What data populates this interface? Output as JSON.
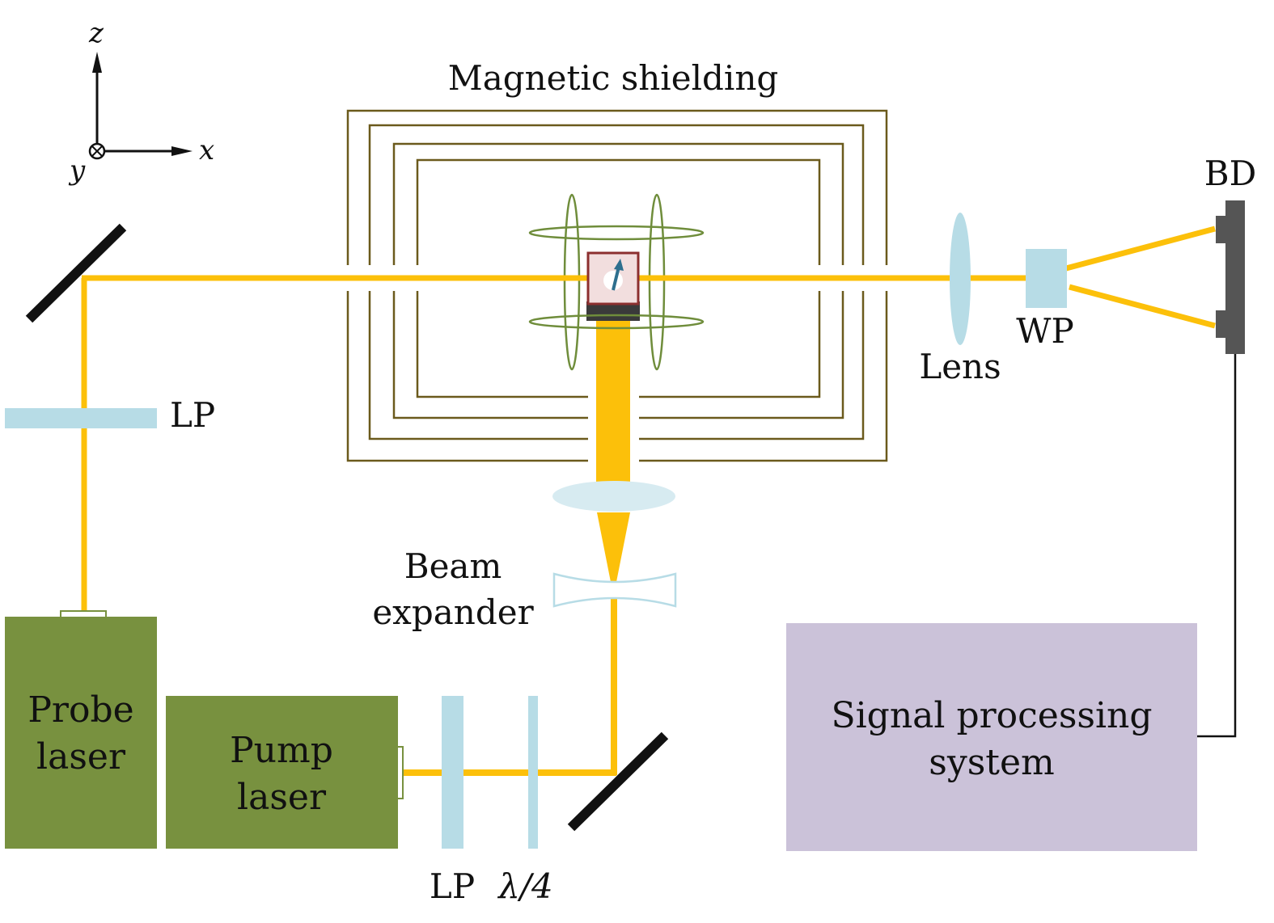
{
  "axes": {
    "z": "z",
    "x": "x",
    "y": "y"
  },
  "labels": {
    "magnetic_shielding": "Magnetic shielding",
    "bd": "BD",
    "wp": "WP",
    "lens": "Lens",
    "lp_probe": "LP",
    "beam_expander_line1": "Beam",
    "beam_expander_line2": "expander",
    "probe_laser_line1": "Probe",
    "probe_laser_line2": "laser",
    "pump_laser_line1": "Pump",
    "pump_laser_line2": "laser",
    "lp_pump": "LP",
    "quarter_wave": "λ/4",
    "signal_line1": "Signal processing",
    "signal_line2": "system"
  },
  "colors": {
    "beam": "#fcc00a",
    "laser_box": "#78913f",
    "optic": "#b7dce6",
    "shield": "#6b5a1c",
    "coil": "#6f8d3b",
    "signal_box": "#cbc2d9",
    "mirror": "#111111",
    "detector": "#555555",
    "cell_border": "#8c2f2f",
    "cell_fill": "#f2dede",
    "spin_arrow": "#2e6f8e"
  }
}
